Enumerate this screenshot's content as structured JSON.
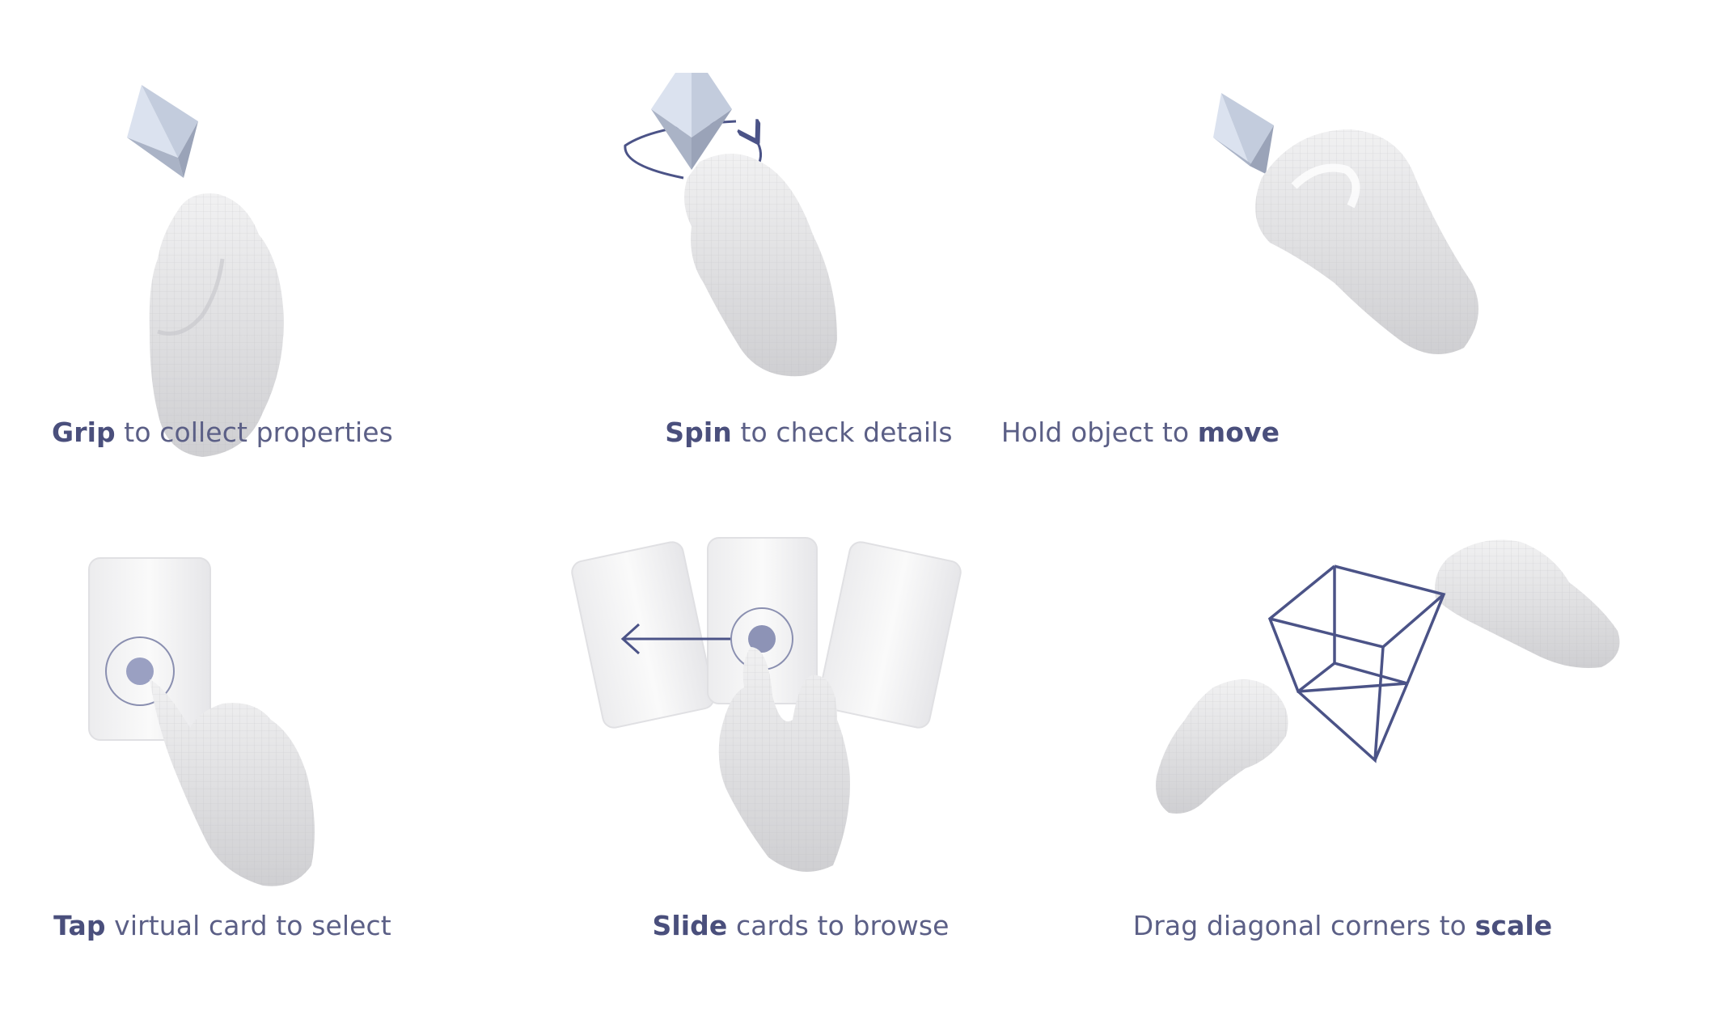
{
  "gestures": [
    {
      "id": "grip",
      "bold": "Grip",
      "rest": " to collect properties",
      "bold_first": true,
      "icon": "hand-grip-crystal-icon"
    },
    {
      "id": "spin",
      "bold": "Spin",
      "rest": " to check details",
      "bold_first": true,
      "icon": "hand-spin-crystal-icon"
    },
    {
      "id": "move",
      "bold": "move",
      "rest": "Hold object to ",
      "bold_first": false,
      "icon": "hand-hold-crystal-icon"
    },
    {
      "id": "tap",
      "bold": "Tap",
      "rest": " virtual card to select",
      "bold_first": true,
      "icon": "hand-tap-card-icon"
    },
    {
      "id": "slide",
      "bold": "Slide",
      "rest": " cards to browse",
      "bold_first": true,
      "icon": "hand-slide-cards-icon"
    },
    {
      "id": "scale",
      "bold": "scale",
      "rest": "Drag diagonal corners to ",
      "bold_first": false,
      "icon": "hands-scale-cube-icon"
    }
  ],
  "colors": {
    "accent": "#4b5387",
    "text": "#5b5f86",
    "hand": "#d8d8da",
    "crystal_light": "#dfe5f0",
    "crystal_dark": "#a9b2c6"
  }
}
